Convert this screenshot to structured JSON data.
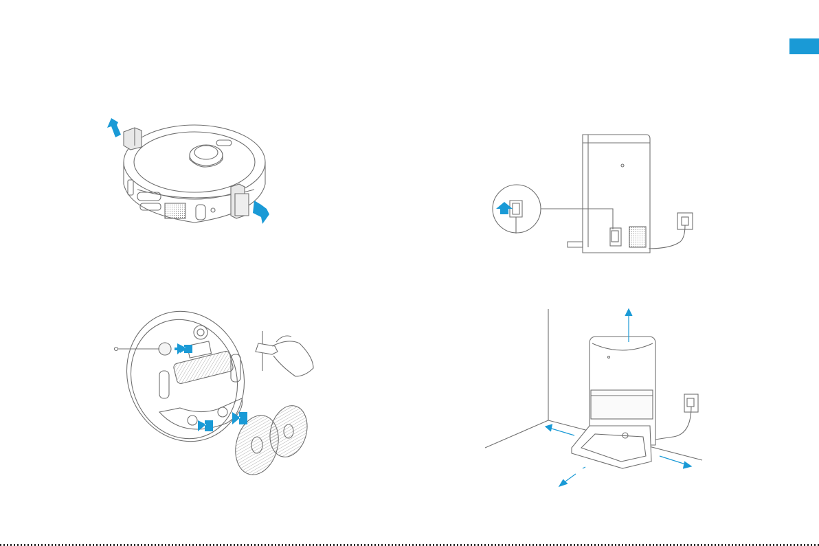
{
  "colors": {
    "accent": "#1a9ad6",
    "line": "#6f6f6f",
    "line_light": "#b3b3b3"
  },
  "page": {
    "language_tab": ""
  },
  "illustrations": [
    "robot-remove-protective-strips",
    "robot-bottom-install-brush-and-mops",
    "dock-connect-power-cord",
    "dock-placement-against-wall"
  ]
}
